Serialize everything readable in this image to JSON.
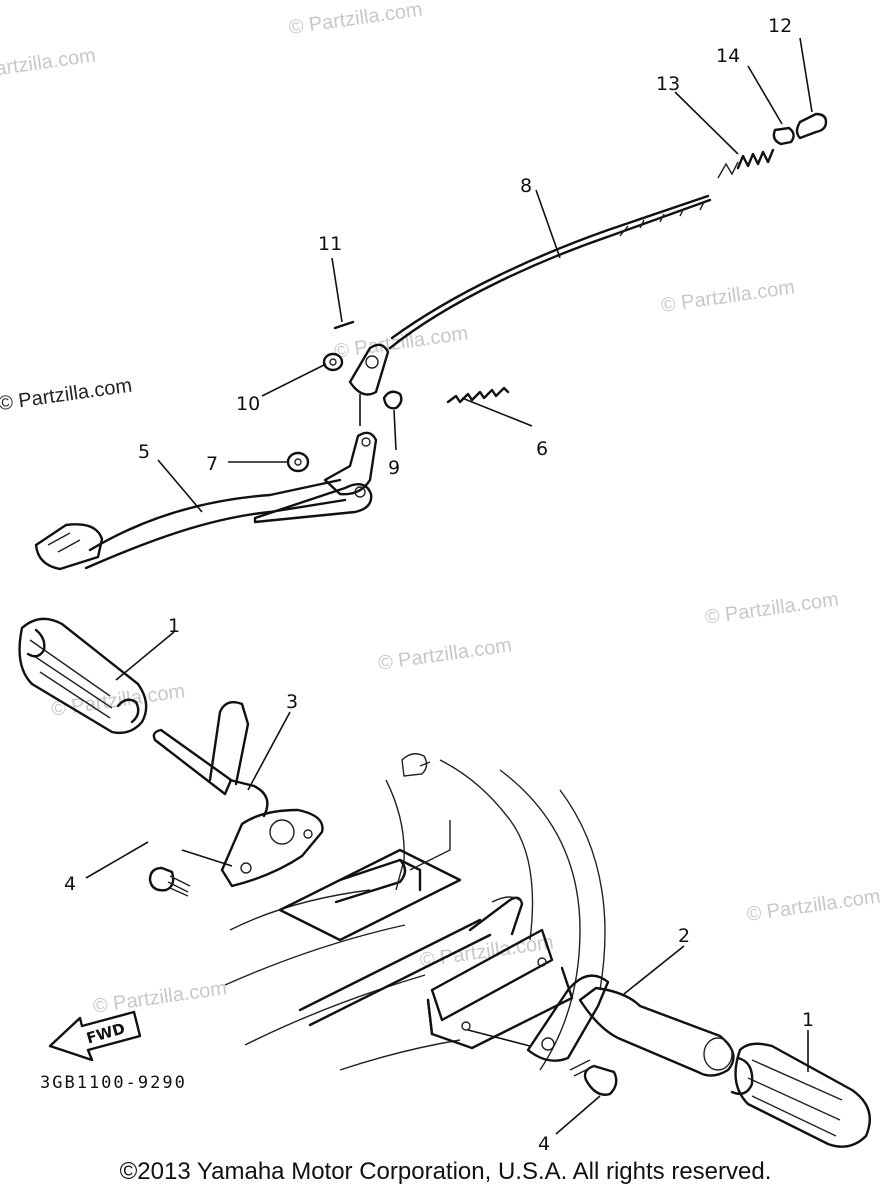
{
  "watermark_text": "© Partzilla.com",
  "watermark_dark_text": "© Partzilla.com",
  "callouts": {
    "c1a": "1",
    "c1b": "1",
    "c2": "2",
    "c3": "3",
    "c4a": "4",
    "c4b": "4",
    "c5": "5",
    "c6": "6",
    "c7": "7",
    "c8": "8",
    "c9": "9",
    "c10": "10",
    "c11": "11",
    "c12": "12",
    "c13": "13",
    "c14": "14"
  },
  "fwd_label": "FWD",
  "diagram_code": "3GB1100-9290",
  "copyright": "©2013 Yamaha Motor Corporation, U.S.A. All rights reserved."
}
